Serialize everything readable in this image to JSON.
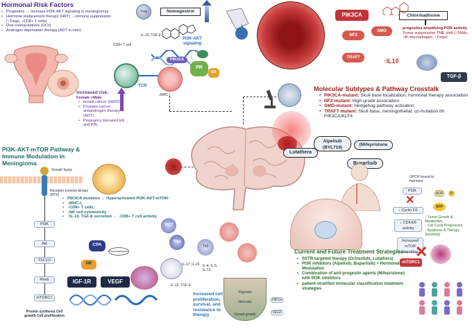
{
  "hormonal": {
    "title": "Hormonal Risk Factors",
    "items": [
      "Progestins → Increase PI3K-AKT signaling in meningiomas",
      "Hormone replacement therapy (HRT) →immune suppression (↑Tregs, ↓CD8+ T cells)",
      "Oral contraceptives (OCs)",
      "Androgen deprivation therapy (ADT in men)"
    ],
    "treg": "Treg",
    "nomegestrol": "Nomegestrol",
    "cytokines": "IL-10, TGF-β",
    "cd8": "CD8+ T cell",
    "pi3k_akt": "PI3K-AKT signaling",
    "pik3ca_small": "PIK3CA",
    "pr": "PR",
    "er": "ER",
    "tcr": "TCR",
    "mhc": "↓MHC-I"
  },
  "risk": {
    "title": "Increased risk:",
    "female": "Female >Male",
    "items": [
      "breast cancer (HER2+)",
      "Prostate cancer antiandrogen therapy (ADT)",
      "Pregnancy Elevated ER and PR)"
    ]
  },
  "pathway": {
    "title": "PI3K-AKT-mTOR Pathway & Immune Modulation in Meningioma",
    "growth_factor": "Growth factor",
    "rtk": "Receptor tyrosine kinase (RTK)",
    "nodes": [
      "PI3K",
      "Akt",
      "TSC1/2",
      "Rheb",
      "mTORC1"
    ],
    "outcome": "Protein synthesis Cell growth Cell proliferation",
    "bullets": [
      "PIK3CA mutation → Hyperactivated PI3K-AKT-mTOR:",
      "↓MHC-I,",
      "↓CD8+ T cells,",
      "↓NK cell cytotoxicity",
      "↑IL-10, TGF-β secretion → ↓CD8+ T cell activity"
    ],
    "cpa": "CPA",
    "chlormadinone_small": "Chlormadinone",
    "pr": "PR",
    "igf1r": "IGF-1R",
    "vegf": "VEGF",
    "th17": "Th17",
    "treg": "Treg",
    "th2": "Th2",
    "il17": "IL-17, IL-23",
    "il10": "IL-10, TGF-β",
    "il4": "IL-4, IL-5, IL-13",
    "result": "Increased cell proliferation, survival, and resistance to therapy",
    "hypoxia": "Hypoxia",
    "necrosis": "Necrosis",
    "vessel": "Vessel growth",
    "hif1a": "HIF1α",
    "vegf_small": "VEGF"
  },
  "top_right": {
    "pik3ca": "PIK3CA",
    "chlormadinone": "Chlormadinone",
    "nf2": "NF2",
    "smo": "SMO",
    "traf7": "TRAF7",
    "il10": "↑IL10",
    "tgfb": "TGF-β",
    "note_title": "progestins amplifying PI3K activity",
    "note_body": "Tumor suppressive TME shift (↑TAMs, ↑M macrophages, ↑Tregs)"
  },
  "molecular": {
    "title": "Molecular Subtypes & Pathway Crosstalk",
    "items": [
      {
        "label": "PIK3CA-mutant:",
        "text": "Skull base localization, hormonal therapy association"
      },
      {
        "label": "NF2-mutant:",
        "text": "High-grade association"
      },
      {
        "label": "SMO-mutant:",
        "text": "Hedgehog pathway activation"
      },
      {
        "label": "TRAF7-mutant:",
        "text": "Skull base, meningothelial, co-mutation ith PIK3CA/KLF4"
      }
    ]
  },
  "drugs": {
    "alpelisib": "Alpelisib (BYL719)",
    "mifepristone": "(Mifepristone",
    "lutathera": "Lutathera",
    "buparlisib": "Buparlisib"
  },
  "mech": {
    "gpcr": "GPCR bound to hormone",
    "pi3k": "PI3K",
    "adp": "ADP",
    "p": "P",
    "atp": "ATP",
    "cyclin": "↓ Cyclin D1",
    "cdk": "↓ CDK4/6 activity",
    "mtor_sig": "Increased mTOR signaling",
    "mtorc1": "mTORC1",
    "effects": [
      "↓ Tumor Growth & Metabolism",
      "↓ Cell Cycle Progression",
      "↑ Apoptosis & Therapy Sensitivity"
    ]
  },
  "treatment": {
    "title": "Current and Future Treatment Strategies",
    "items": [
      "SSTR-targeted therapy (Octreotide, Lutathera)",
      "PI3K inhibitors (Alpelisib, Buparlisib) + Hormonal Modulation",
      "Combination of anti-progestin agents (Mifepristone) with PI3K inhibitors",
      "patient-stratified molecular classification treatment strategies"
    ]
  }
}
